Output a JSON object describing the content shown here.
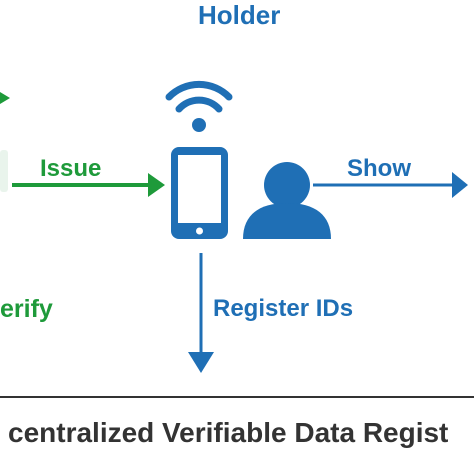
{
  "holder": {
    "title": "Holder"
  },
  "flows": {
    "issue": "Issue",
    "show": "Show",
    "verify": "erify",
    "register": "Register IDs"
  },
  "registry": {
    "label": "centralized Verifiable Data Regist"
  },
  "colors": {
    "blue": "#1f6fb5",
    "green": "#1e9a3a",
    "text_dark": "#333333",
    "border": "#333333"
  },
  "icons": {
    "holder_device": "smartphone-icon",
    "wireless": "wifi-icon",
    "holder_person": "user-icon"
  }
}
